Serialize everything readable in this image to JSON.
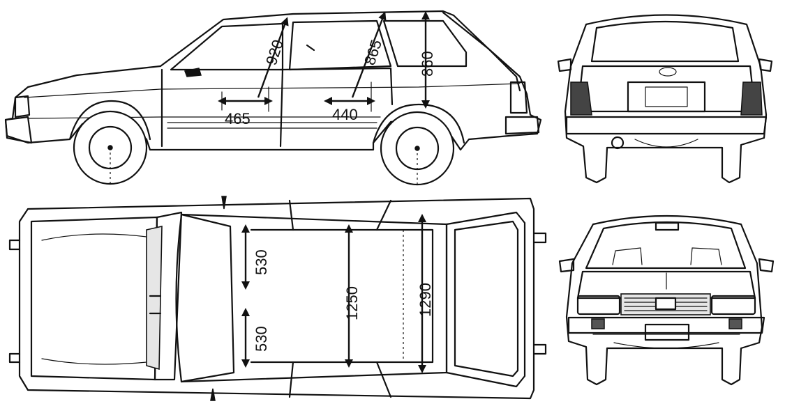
{
  "dimensions": {
    "side_front_headroom": "920",
    "side_rear_headroom": "865",
    "side_cargo_height": "860",
    "side_front_legroom": "465",
    "side_rear_legroom": "440",
    "top_front_seat_width": "530",
    "top_rear_seat_width": "530",
    "top_interior_width": "1250",
    "top_cargo_width": "1290"
  },
  "colors": {
    "line": "#111111",
    "background": "#ffffff"
  }
}
